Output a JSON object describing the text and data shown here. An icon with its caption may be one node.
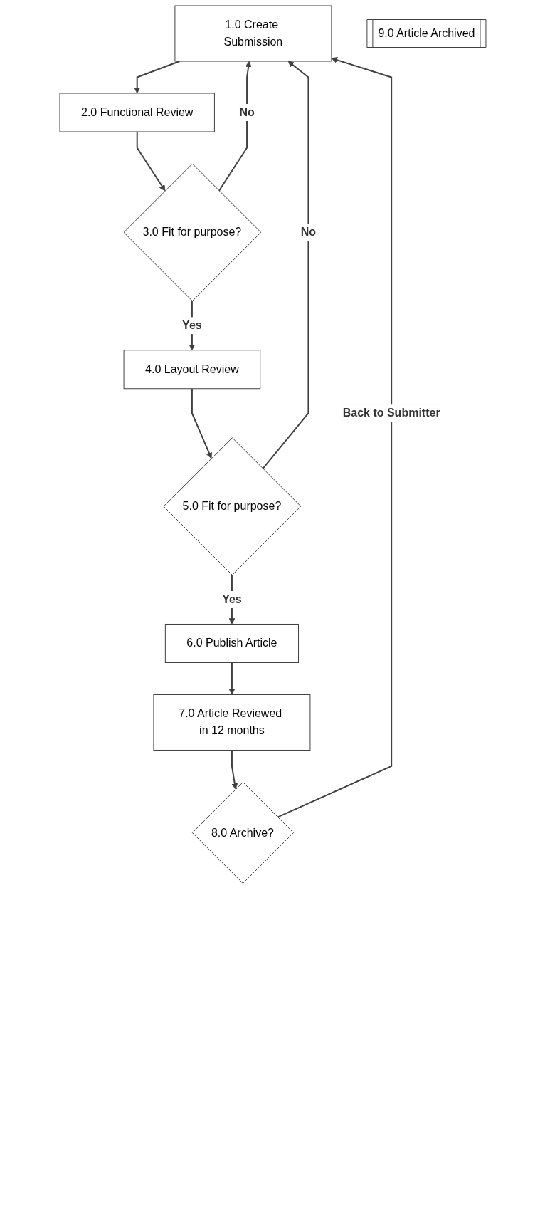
{
  "diagram": {
    "nodes": [
      {
        "text": [
          "1.0 Create Submission"
        ]
      },
      {
        "text": [
          "2.0 Functional Review"
        ]
      },
      {
        "text": [
          "3.0 Fit for purpose?"
        ]
      },
      {
        "text": [
          "4.0 Layout Review"
        ]
      },
      {
        "text": [
          "5.0 Fit for purpose?"
        ]
      },
      {
        "text": [
          "6.0 Publish Article"
        ]
      },
      {
        "text": [
          "7.0 Article Reviewed in 12 months"
        ]
      },
      {
        "text": [
          "8.0 Archive?"
        ]
      },
      {
        "text": [
          "9.0 Article Archived"
        ]
      }
    ],
    "edges": [
      {
        "from": 0,
        "to": 1,
        "arrow": "to"
      },
      {
        "from": 1,
        "to": 2,
        "arrow": "to"
      },
      {
        "from": 2,
        "to": 3,
        "arrow": "to",
        "label": "Yes"
      },
      {
        "from": 2,
        "to": 0,
        "arrow": "to",
        "label": "No"
      },
      {
        "from": 3,
        "to": 4,
        "arrow": "to"
      },
      {
        "from": 4,
        "to": 5,
        "arrow": "to",
        "label": "Yes"
      },
      {
        "from": 4,
        "to": 0,
        "arrow": "to",
        "label": "No"
      },
      {
        "from": 5,
        "to": 6,
        "arrow": "to"
      },
      {
        "from": 6,
        "to": 7,
        "arrow": "to"
      },
      {
        "from": 7,
        "to": 0,
        "arrow": "to",
        "label": "Back to Submitter"
      }
    ]
  }
}
